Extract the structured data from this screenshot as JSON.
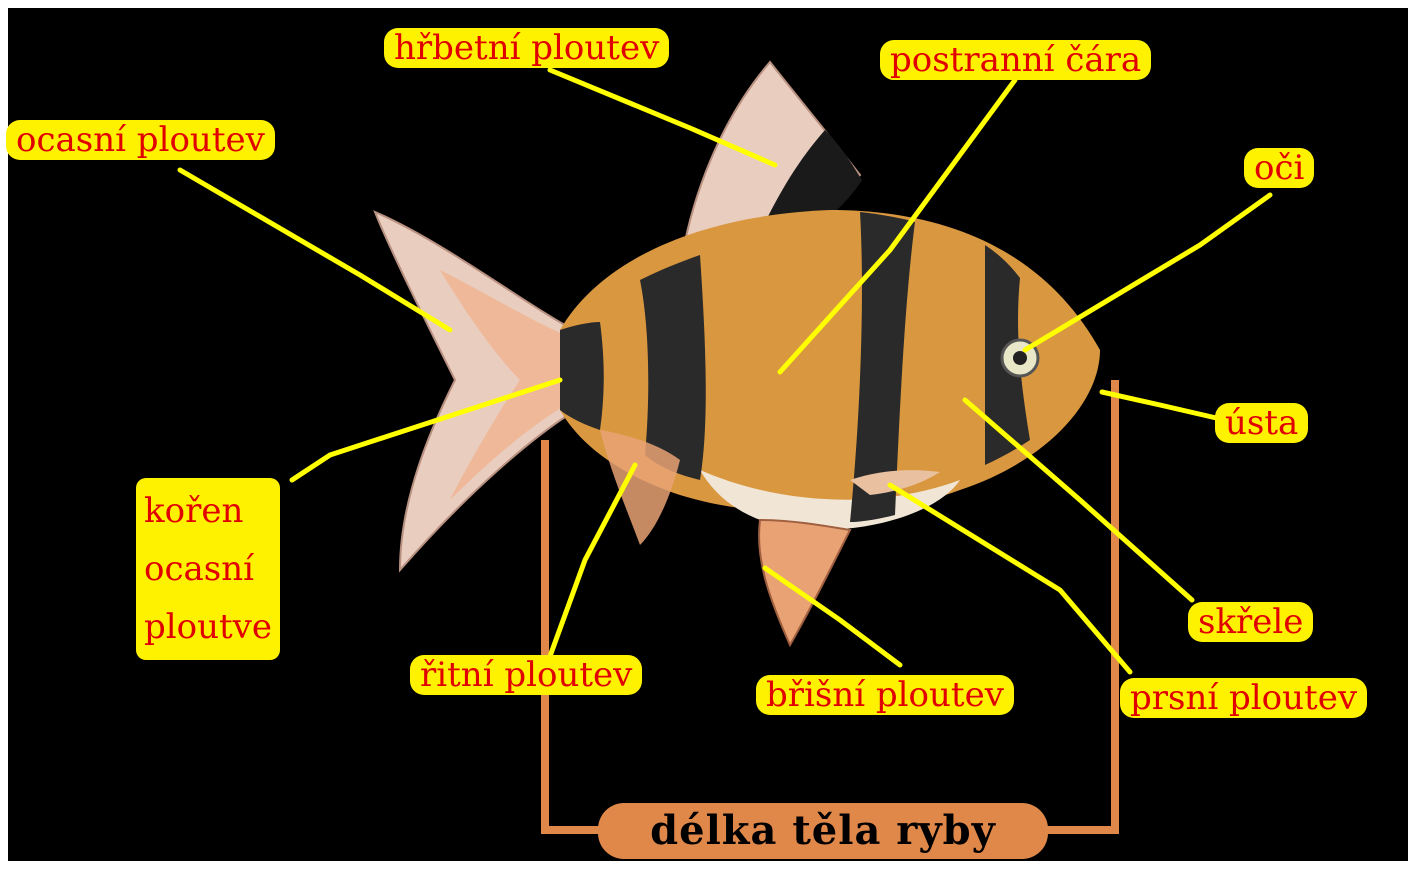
{
  "labels": {
    "dorsal_fin": "hřbetní ploutev",
    "lateral_line": "postranní čára",
    "caudal_fin": "ocasní ploutev",
    "eyes": "oči",
    "mouth": "ústa",
    "caudal_root": [
      "kořen",
      "ocasní",
      "ploutve"
    ],
    "anal_fin": "řitní ploutev",
    "ventral_fin": "břišní ploutev",
    "gills": "skřele",
    "pectoral_fin": "prsní ploutev",
    "body_length": "délka těla ryby"
  },
  "colors": {
    "background": "#000000",
    "label_bg": "#fff200",
    "label_text": "#e00000",
    "leader_line": "#ffff00",
    "length_bracket": "#e0884a",
    "fish_body": "#d89a4a",
    "fish_bands": "#2a2a2a",
    "fins": "#e8c8b8"
  }
}
